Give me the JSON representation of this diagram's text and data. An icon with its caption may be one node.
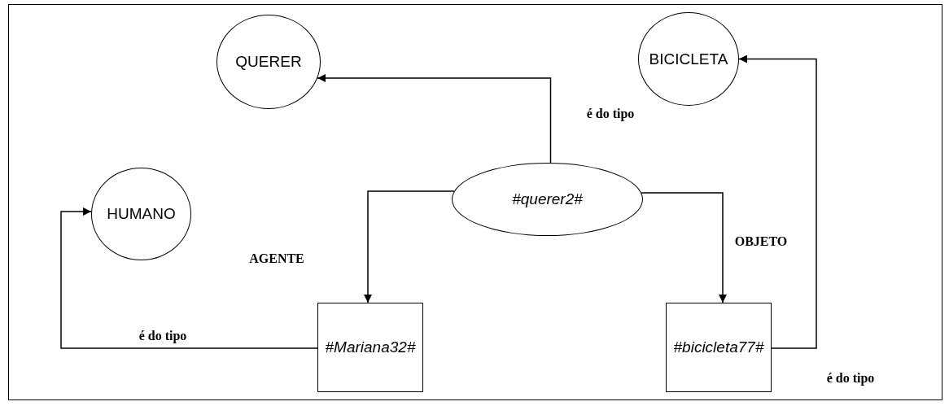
{
  "diagram": {
    "nodes": [
      {
        "text": [
          "QUERER"
        ]
      },
      {
        "text": [
          "BICICLETA"
        ]
      },
      {
        "text": [
          "#querer2#"
        ]
      },
      {
        "text": [
          "HUMANO"
        ]
      },
      {
        "text": [
          "#Mariana32#"
        ]
      },
      {
        "text": [
          "#bicicleta77#"
        ]
      }
    ],
    "edges": [
      {
        "from": 2,
        "to": 0,
        "arrow": "to",
        "label": "é do tipo"
      },
      {
        "from": 2,
        "to": 4,
        "arrow": "to",
        "label": "AGENTE"
      },
      {
        "from": 2,
        "to": 5,
        "arrow": "to",
        "label": "OBJETO"
      },
      {
        "from": 4,
        "to": 3,
        "arrow": "to",
        "label": "é do tipo"
      },
      {
        "from": 5,
        "to": 1,
        "arrow": "to",
        "label": "é do tipo"
      }
    ]
  }
}
